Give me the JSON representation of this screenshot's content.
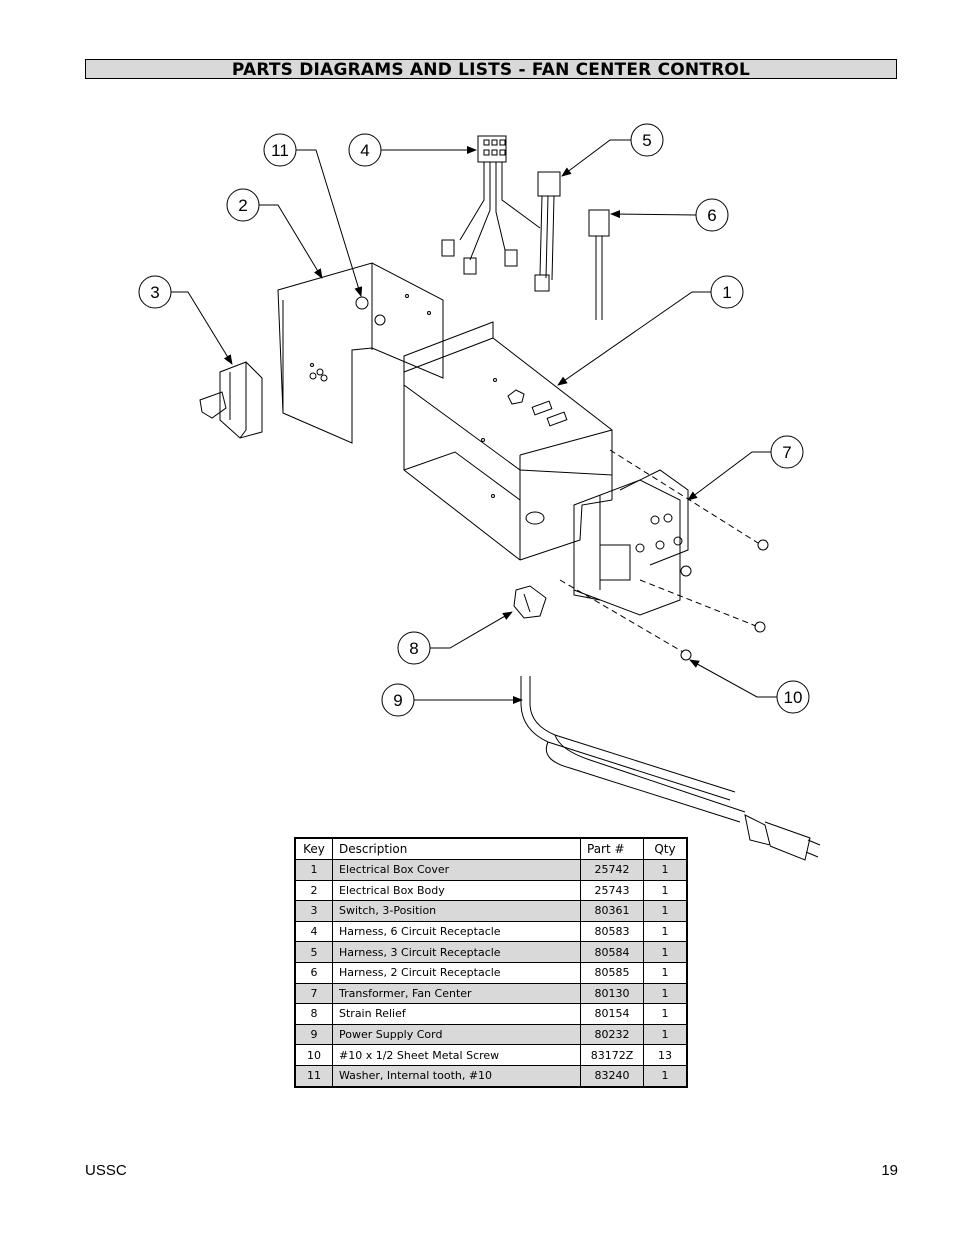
{
  "header": {
    "title": "PARTS DIAGRAMS AND LISTS - FAN CENTER CONTROL"
  },
  "callouts": [
    "1",
    "2",
    "3",
    "4",
    "5",
    "6",
    "7",
    "8",
    "9",
    "10",
    "11"
  ],
  "table": {
    "headers": [
      "Key",
      "Description",
      "Part #",
      "Qty"
    ],
    "rows": [
      {
        "key": "1",
        "description": "Electrical Box Cover",
        "part": "25742",
        "qty": "1"
      },
      {
        "key": "2",
        "description": "Electrical Box Body",
        "part": "25743",
        "qty": "1"
      },
      {
        "key": "3",
        "description": "Switch, 3-Position",
        "part": "80361",
        "qty": "1"
      },
      {
        "key": "4",
        "description": "Harness, 6 Circuit Receptacle",
        "part": "80583",
        "qty": "1"
      },
      {
        "key": "5",
        "description": "Harness, 3 Circuit Receptacle",
        "part": "80584",
        "qty": "1"
      },
      {
        "key": "6",
        "description": "Harness, 2 Circuit Receptacle",
        "part": "80585",
        "qty": "1"
      },
      {
        "key": "7",
        "description": "Transformer, Fan Center",
        "part": "80130",
        "qty": "1"
      },
      {
        "key": "8",
        "description": "Strain Relief",
        "part": "80154",
        "qty": "1"
      },
      {
        "key": "9",
        "description": "Power Supply Cord",
        "part": "80232",
        "qty": "1"
      },
      {
        "key": "10",
        "description": "#10 x 1/2 Sheet Metal Screw",
        "part": "83172Z",
        "qty": "13"
      },
      {
        "key": "11",
        "description": "Washer, Internal tooth, #10",
        "part": "83240",
        "qty": "1"
      }
    ]
  },
  "footer": {
    "left": "USSC",
    "page": "19"
  }
}
